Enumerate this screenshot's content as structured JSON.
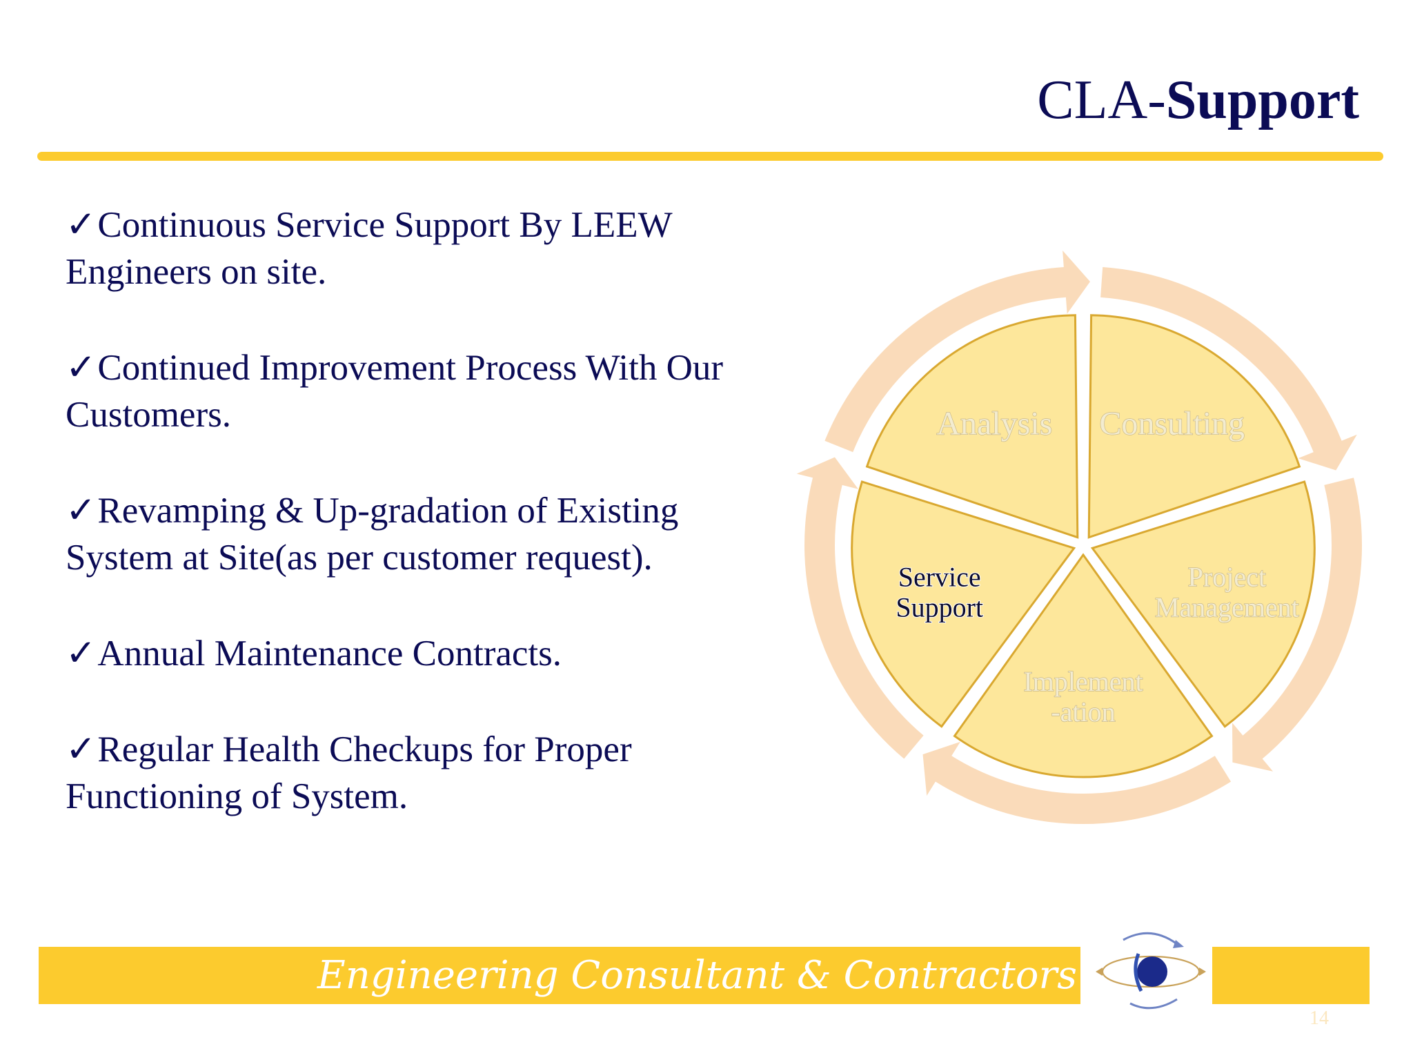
{
  "title": {
    "prefix": "CLA-",
    "bold": "Support"
  },
  "bullets": [
    {
      "check": "✓",
      "text": "Continuous Service Support By LEEW Engineers on site."
    },
    {
      "check": "✓",
      "text": "Continued Improvement Process With Our Customers."
    },
    {
      "check": "✓",
      "text": "Revamping & Up-gradation of Existing System at Site(as per customer request)."
    },
    {
      "check": "✓",
      "text": "Annual Maintenance Contracts."
    },
    {
      "check": "✓",
      "text": "Regular Health Checkups for Proper Functioning of System."
    }
  ],
  "cycle": {
    "segments": [
      {
        "lines": [
          "Analysis"
        ],
        "active": false
      },
      {
        "lines": [
          "Consulting"
        ],
        "active": false
      },
      {
        "lines": [
          "Project",
          "Management"
        ],
        "active": false
      },
      {
        "lines": [
          "Implement",
          "-ation"
        ],
        "active": false
      },
      {
        "lines": [
          "Service",
          "Support"
        ],
        "active": true
      }
    ]
  },
  "footer": {
    "tagline": "Engineering Consultant & Contractors"
  },
  "page_number": "14",
  "colors": {
    "navy": "#0b0b55",
    "accent_yellow": "#fccb2e",
    "wedge_fill": "#fde79b",
    "ring_fill": "#fad7b2",
    "wedge_edge": "#d9a830"
  }
}
